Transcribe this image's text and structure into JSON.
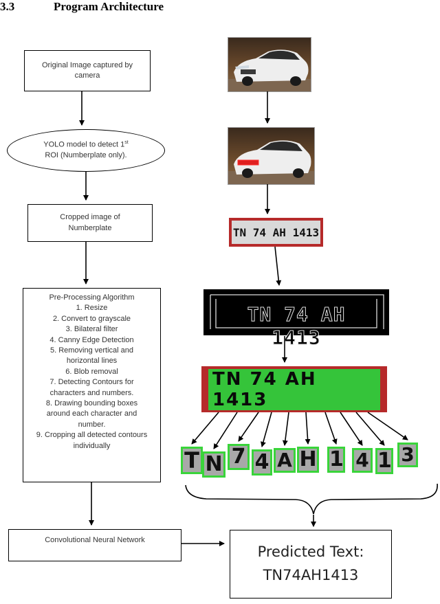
{
  "heading": {
    "number": "3.3",
    "title": "Program Architecture"
  },
  "flow": {
    "step1": "Original Image captured by camera",
    "step2_text": "YOLO model to detect 1",
    "step2_sup": "st",
    "step2_line2": "ROI (Numberplate only).",
    "step3": "Cropped image of Numberplate",
    "step4_title": "Pre-Processing Algorithm",
    "step4_items": [
      "1. Resize",
      "2. Convert to grayscale",
      "3. Bilateral filter",
      "4. Canny Edge Detection",
      "5. Removing vertical and",
      "horizontal lines",
      "6. Blob removal",
      "7. Detecting Contours for",
      "characters and numbers.",
      "8. Drawing bounding boxes",
      "around each character and",
      "number.",
      "9. Cropping all detected contours",
      "individually"
    ],
    "step5": "Convolutional Neural Network"
  },
  "prediction": {
    "label": "Predicted Text:",
    "value": "TN74AH1413"
  },
  "plates": {
    "cropped_text": "TN 74 AH 1413",
    "edge_text": "TN 74 AH 1413",
    "boxed_text": "TN 74 AH 1413"
  },
  "characters": [
    "T",
    "N",
    "7",
    "4",
    "A",
    "H",
    "1",
    "4",
    "1",
    "3"
  ],
  "colors": {
    "plate_red": "#b62a2a",
    "box_green": "#39d43a",
    "ink": "#000000"
  }
}
